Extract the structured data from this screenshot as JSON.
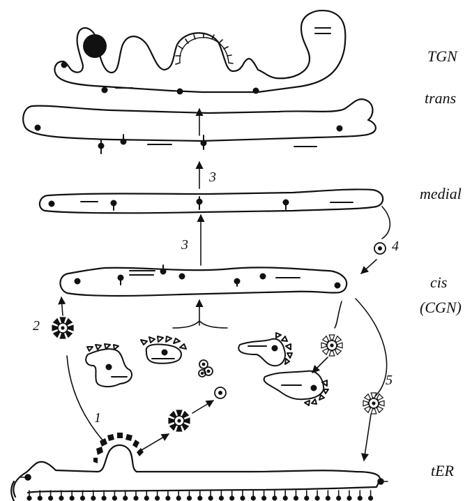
{
  "compartments": {
    "tgn": "TGN",
    "trans": "trans",
    "medial": "medial",
    "cis": "cis",
    "cgn": "(CGN)",
    "ter": "tER"
  },
  "steps": {
    "s1": "1",
    "s2": "2",
    "s3a": "3",
    "s3b": "3",
    "s4": "4",
    "s5": "5"
  },
  "colors": {
    "ink": "#111111",
    "background": "#ffffff"
  }
}
